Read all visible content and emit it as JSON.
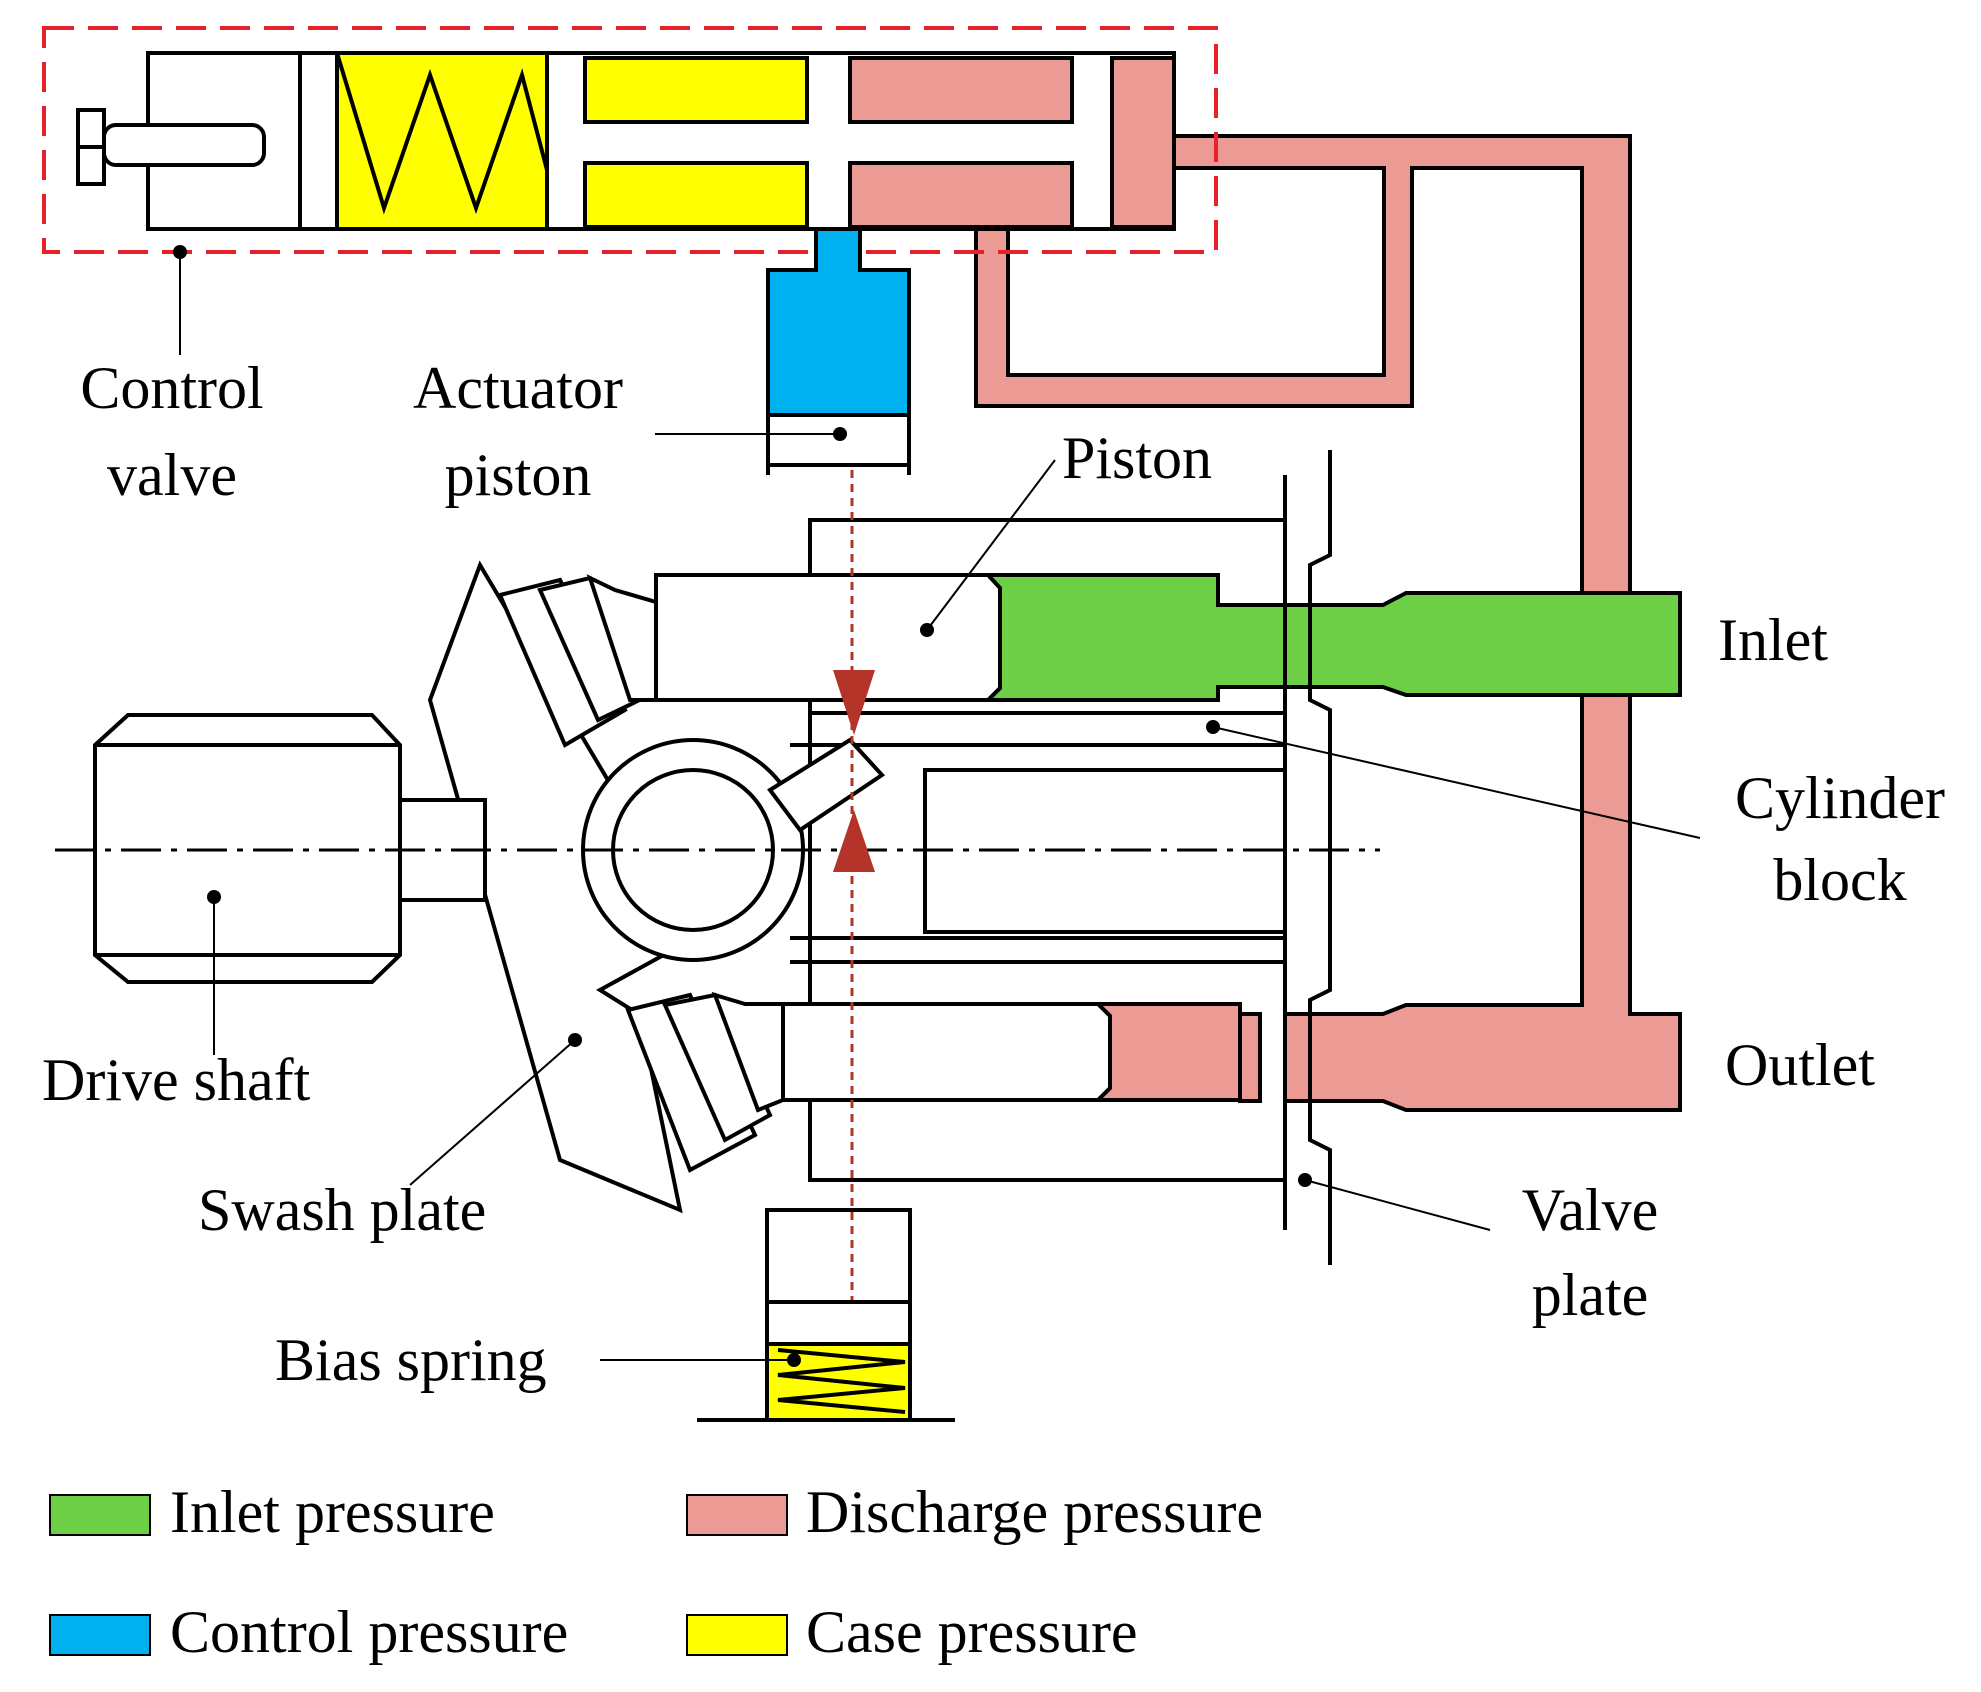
{
  "labels": {
    "control_valve": [
      "Control",
      "valve"
    ],
    "actuator_piston": [
      "Actuator",
      "piston"
    ],
    "piston": "Piston",
    "inlet": "Inlet",
    "cylinder_block": [
      "Cylinder",
      "block"
    ],
    "outlet": "Outlet",
    "drive_shaft": "Drive shaft",
    "swash_plate": "Swash plate",
    "valve_plate": [
      "Valve",
      "plate"
    ],
    "bias_spring": "Bias spring"
  },
  "legend": [
    {
      "label": "Inlet pressure",
      "color": "#6ccf46"
    },
    {
      "label": "Discharge pressure",
      "color": "#ec9a94"
    },
    {
      "label": "Control pressure",
      "color": "#00b0ef"
    },
    {
      "label": "Case pressure",
      "color": "#ffff00"
    }
  ],
  "colors": {
    "inlet": "#6ccf46",
    "discharge": "#ec9a94",
    "control": "#00b0ef",
    "case": "#ffff00",
    "boundary": "#e8202a",
    "marker": "#b5342a"
  }
}
